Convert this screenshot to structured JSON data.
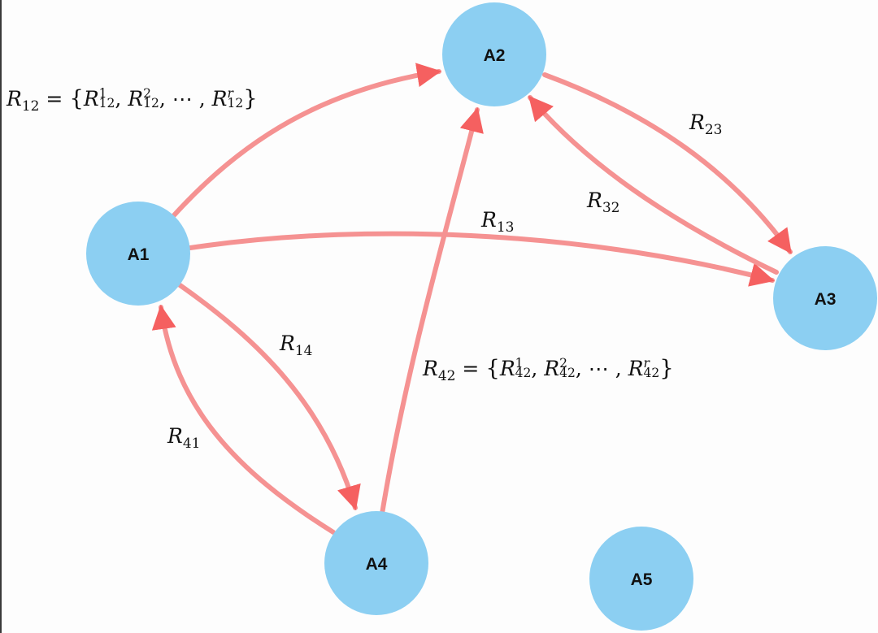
{
  "colors": {
    "node_fill": "#8ccff2",
    "edge_stroke": "#f59292",
    "arrow_fill": "#f56060",
    "label_text": "#111111"
  },
  "nodes": [
    {
      "id": "A1",
      "label": "A1"
    },
    {
      "id": "A2",
      "label": "A2"
    },
    {
      "id": "A3",
      "label": "A3"
    },
    {
      "id": "A4",
      "label": "A4"
    },
    {
      "id": "A5",
      "label": "A5"
    }
  ],
  "edges": [
    {
      "from": "A1",
      "to": "A2",
      "label": "R12"
    },
    {
      "from": "A1",
      "to": "A3",
      "label": "R13"
    },
    {
      "from": "A1",
      "to": "A4",
      "label": "R14"
    },
    {
      "from": "A4",
      "to": "A1",
      "label": "R41"
    },
    {
      "from": "A2",
      "to": "A3",
      "label": "R23"
    },
    {
      "from": "A3",
      "to": "A2",
      "label": "R32"
    },
    {
      "from": "A4",
      "to": "A2",
      "label": "R42"
    }
  ],
  "labels": {
    "r12": {
      "symbol": "R",
      "sub": "12",
      "set_items": [
        {
          "sup": "1",
          "sub": "12"
        },
        {
          "sup": "2",
          "sub": "12"
        },
        {
          "sup": "r",
          "sub": "12"
        }
      ],
      "ellipsis": "⋯"
    },
    "r42": {
      "symbol": "R",
      "sub": "42",
      "set_items": [
        {
          "sup": "1",
          "sub": "42"
        },
        {
          "sup": "2",
          "sub": "42"
        },
        {
          "sup": "r",
          "sub": "42"
        }
      ],
      "ellipsis": "⋯"
    },
    "r23": {
      "symbol": "R",
      "sub": "23"
    },
    "r32": {
      "symbol": "R",
      "sub": "32"
    },
    "r13": {
      "symbol": "R",
      "sub": "13"
    },
    "r14": {
      "symbol": "R",
      "sub": "14"
    },
    "r41": {
      "symbol": "R",
      "sub": "41"
    },
    "equals": "=",
    "open_brace": "{",
    "close_brace": "}",
    "comma": ","
  }
}
